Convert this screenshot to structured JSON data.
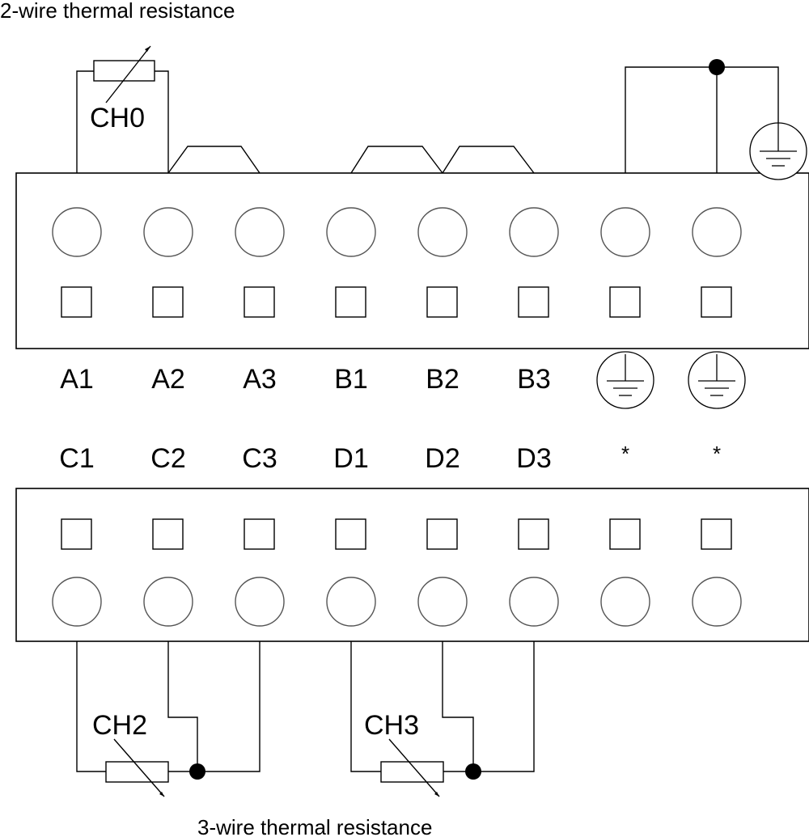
{
  "titles": {
    "top": "2-wire thermal resistance",
    "bottom": "3-wire thermal resistance"
  },
  "top_row": {
    "labels": [
      "A1",
      "A2",
      "A3",
      "B1",
      "B2",
      "B3"
    ],
    "ground_icons": [
      "ground-icon",
      "ground-icon"
    ]
  },
  "bottom_row": {
    "labels": [
      "C1",
      "C2",
      "C3",
      "D1",
      "D2",
      "D3",
      "*",
      "*"
    ]
  },
  "channels": {
    "ch0": "CH0",
    "ch2": "CH2",
    "ch3": "CH3"
  },
  "colors": {
    "line": "#000000",
    "terminal_outline": "#555555",
    "background": "#ffffff"
  }
}
